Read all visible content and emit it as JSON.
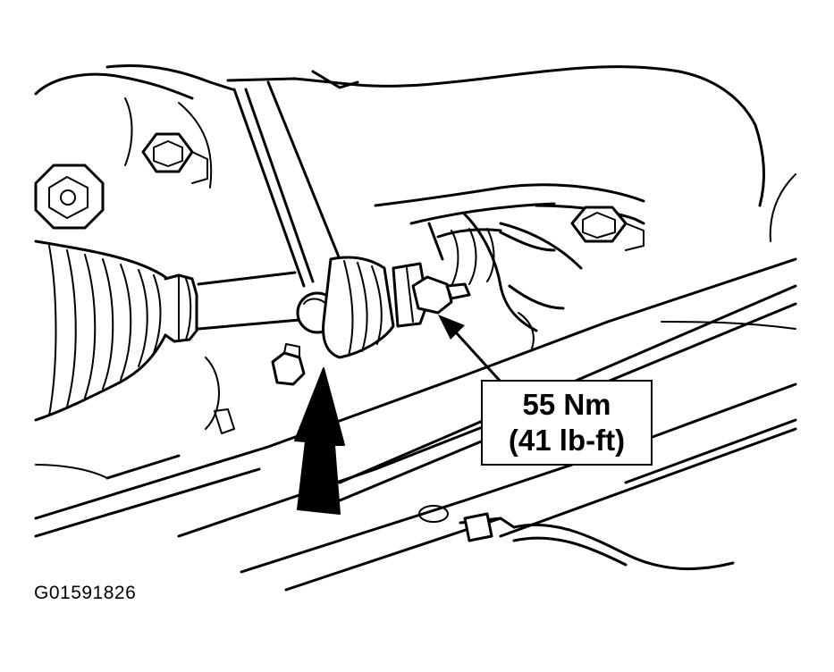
{
  "callout": {
    "torque_metric": "55 Nm",
    "torque_imperial": "(41 lb-ft)"
  },
  "figure": {
    "id": "G01591826"
  },
  "colors": {
    "line": "#000000",
    "background": "#ffffff"
  },
  "icons": [
    "upward-arrow-icon",
    "leader-arrow-icon",
    "bolt-icon",
    "nut-icon"
  ]
}
